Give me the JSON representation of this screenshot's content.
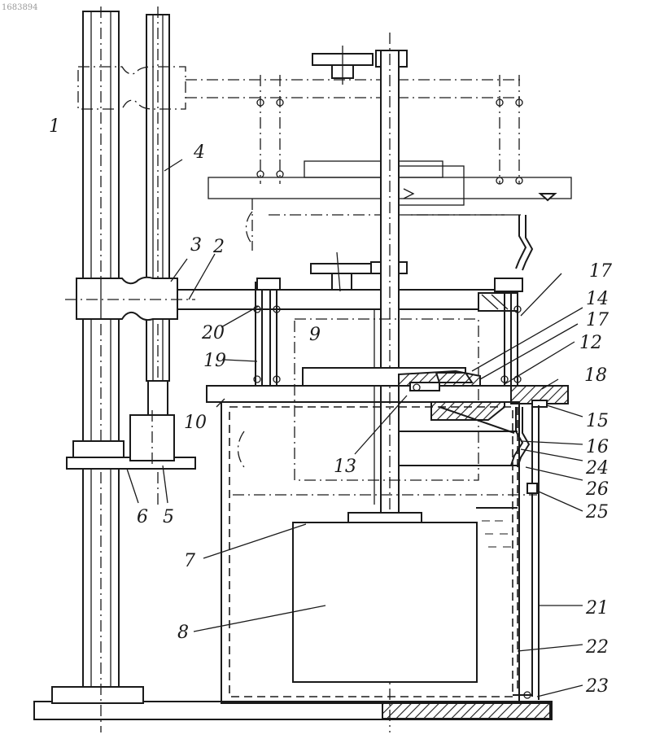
{
  "figure": {
    "stamp": "1683894",
    "labels": [
      {
        "id": "1",
        "text": "1"
      },
      {
        "id": "2",
        "text": "2"
      },
      {
        "id": "3",
        "text": "3"
      },
      {
        "id": "4",
        "text": "4"
      },
      {
        "id": "5",
        "text": "5"
      },
      {
        "id": "6",
        "text": "6"
      },
      {
        "id": "7",
        "text": "7"
      },
      {
        "id": "8",
        "text": "8"
      },
      {
        "id": "9",
        "text": "9"
      },
      {
        "id": "10",
        "text": "10"
      },
      {
        "id": "12",
        "text": "12"
      },
      {
        "id": "13",
        "text": "13"
      },
      {
        "id": "14",
        "text": "14"
      },
      {
        "id": "15",
        "text": "15"
      },
      {
        "id": "16",
        "text": "16"
      },
      {
        "id": "17a",
        "text": "17"
      },
      {
        "id": "17b",
        "text": "17"
      },
      {
        "id": "18",
        "text": "18"
      },
      {
        "id": "19",
        "text": "19"
      },
      {
        "id": "20",
        "text": "20"
      },
      {
        "id": "21",
        "text": "21"
      },
      {
        "id": "22",
        "text": "22"
      },
      {
        "id": "23",
        "text": "23"
      },
      {
        "id": "24",
        "text": "24"
      },
      {
        "id": "25",
        "text": "25"
      },
      {
        "id": "26",
        "text": "26"
      }
    ]
  }
}
